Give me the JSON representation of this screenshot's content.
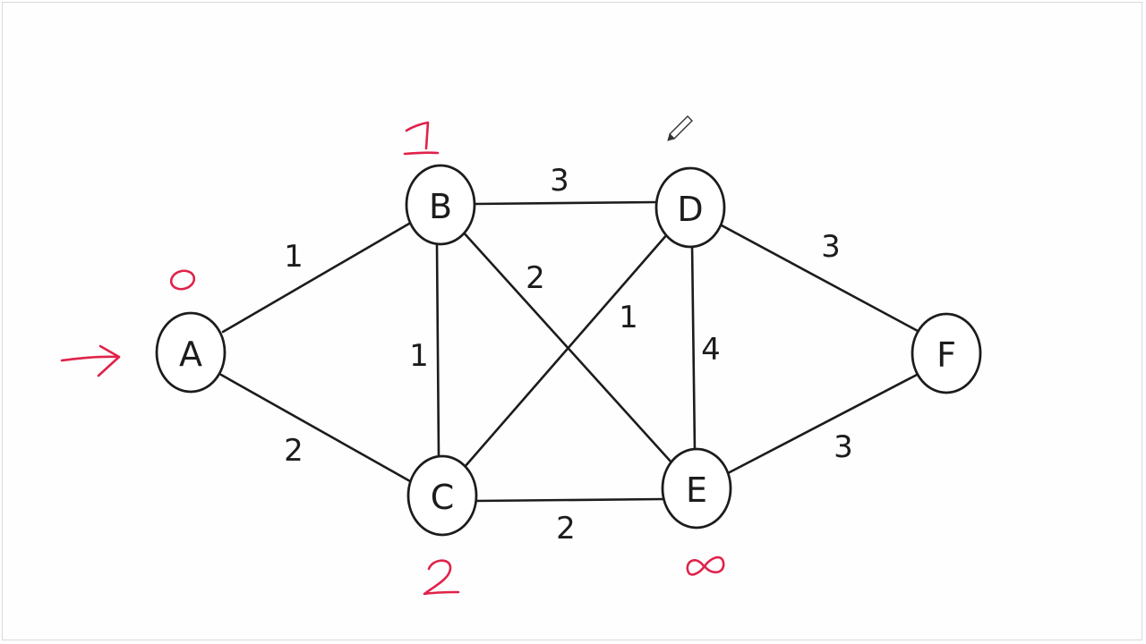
{
  "graph": {
    "nodes": [
      {
        "id": "A",
        "label": "A"
      },
      {
        "id": "B",
        "label": "B"
      },
      {
        "id": "C",
        "label": "C"
      },
      {
        "id": "D",
        "label": "D"
      },
      {
        "id": "E",
        "label": "E"
      },
      {
        "id": "F",
        "label": "F"
      }
    ],
    "edges": [
      {
        "from": "A",
        "to": "B",
        "weight": "1"
      },
      {
        "from": "A",
        "to": "C",
        "weight": "2"
      },
      {
        "from": "B",
        "to": "D",
        "weight": "3"
      },
      {
        "from": "B",
        "to": "C",
        "weight": "1"
      },
      {
        "from": "B",
        "to": "E",
        "weight": "2"
      },
      {
        "from": "C",
        "to": "D",
        "weight": "1"
      },
      {
        "from": "C",
        "to": "E",
        "weight": "2"
      },
      {
        "from": "D",
        "to": "E",
        "weight": "4"
      },
      {
        "from": "D",
        "to": "F",
        "weight": "3"
      },
      {
        "from": "E",
        "to": "F",
        "weight": "3"
      }
    ]
  },
  "annotations": {
    "color": "#e0224a",
    "start_node": "A",
    "distances": {
      "A": "0",
      "B": "1",
      "C": "2",
      "E": "∞"
    }
  },
  "icons": {
    "cursor": "pencil-cursor-icon"
  }
}
